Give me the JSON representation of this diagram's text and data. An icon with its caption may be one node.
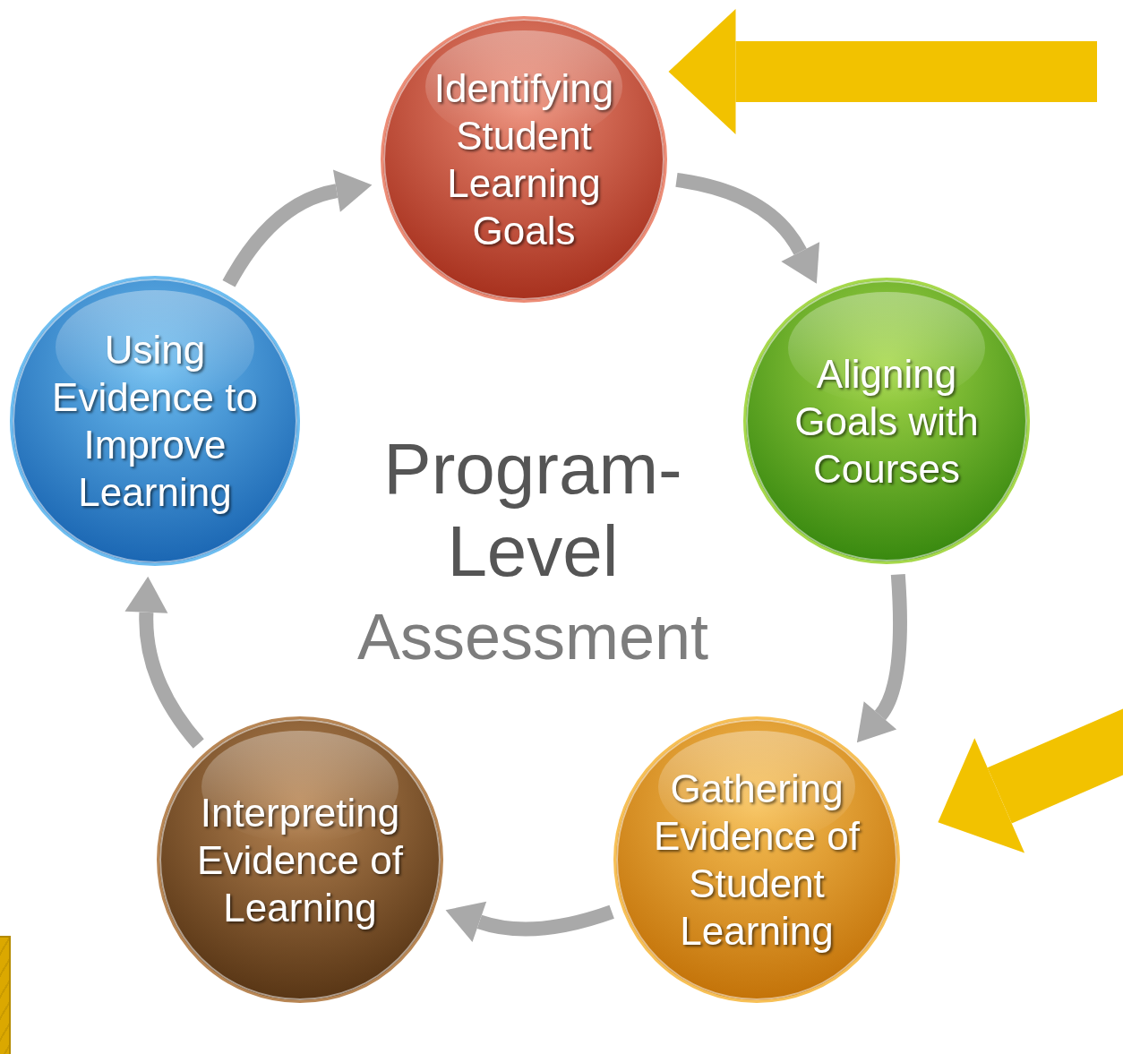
{
  "diagram": {
    "nodes": [
      {
        "text": [
          "Identifying Student Learning Goals"
        ]
      },
      {
        "text": [
          "Using Evidence to Improve Learning"
        ]
      },
      {
        "text": [
          "Aligning Goals with Courses"
        ]
      },
      {
        "text": [
          "Interpreting Evidence of Learning"
        ]
      },
      {
        "text": [
          "Gathering Evidence of Student Learning"
        ]
      }
    ],
    "edges": [
      {
        "from": 0,
        "to": 2,
        "arrow": "to"
      },
      {
        "from": 2,
        "to": 4,
        "arrow": "to"
      },
      {
        "from": 4,
        "to": 3,
        "arrow": "to"
      },
      {
        "from": 3,
        "to": 1,
        "arrow": "to"
      },
      {
        "from": 1,
        "to": 0,
        "arrow": "to"
      },
      {
        "from": null,
        "to": 0,
        "arrow": "to",
        "style": "thick",
        "color": "#f2c200"
      },
      {
        "from": null,
        "to": 4,
        "arrow": "to",
        "style": "thick",
        "color": "#f2c200"
      }
    ],
    "labels": [
      "Program-Level",
      "Assessment"
    ]
  }
}
